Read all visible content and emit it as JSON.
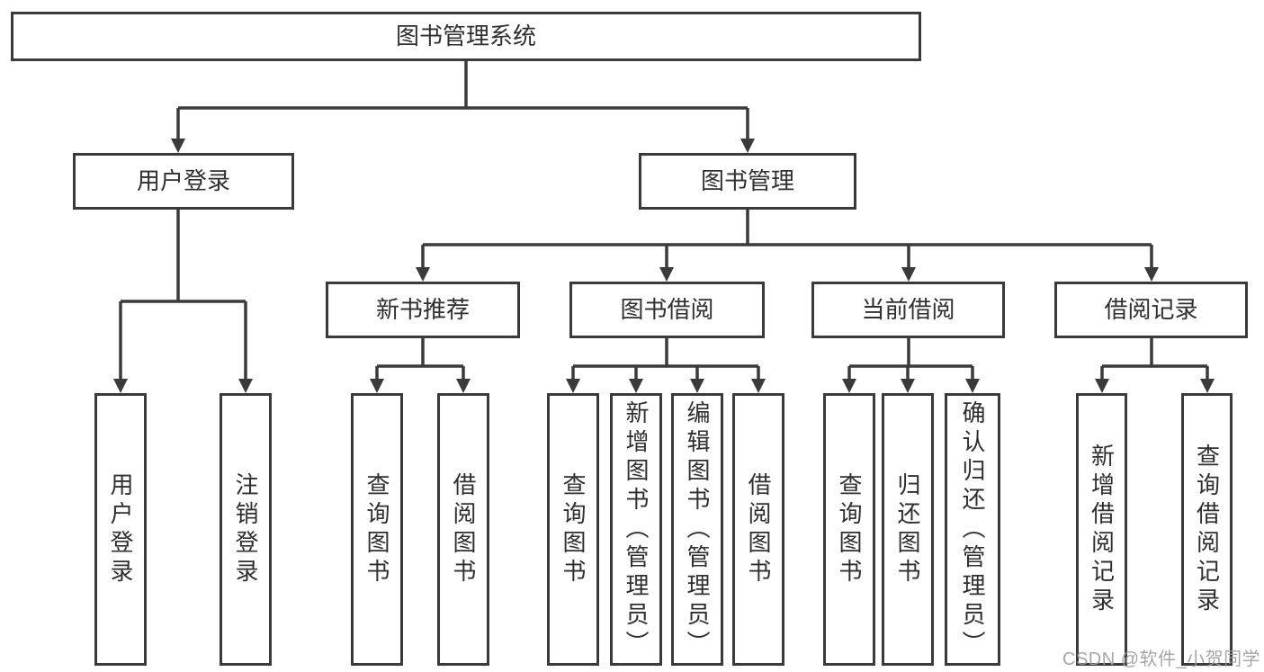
{
  "diagram": {
    "title": "图书管理系统",
    "root": {
      "label": "图书管理系统"
    },
    "branches": [
      {
        "label": "用户登录",
        "children": [
          {
            "label": "用户登录"
          },
          {
            "label": "注销登录"
          }
        ]
      },
      {
        "label": "图书管理",
        "children": [
          {
            "label": "新书推荐",
            "children": [
              {
                "label": "查询图书"
              },
              {
                "label": "借阅图书"
              }
            ]
          },
          {
            "label": "图书借阅",
            "children": [
              {
                "label": "查询图书"
              },
              {
                "label": "新增图书（管理员）"
              },
              {
                "label": "编辑图书（管理员）"
              },
              {
                "label": "借阅图书"
              }
            ]
          },
          {
            "label": "当前借阅",
            "children": [
              {
                "label": "查询图书"
              },
              {
                "label": "归还图书"
              },
              {
                "label": "确认归还（管理员）"
              }
            ]
          },
          {
            "label": "借阅记录",
            "children": [
              {
                "label": "新增借阅记录"
              },
              {
                "label": "查询借阅记录"
              }
            ]
          }
        ]
      }
    ]
  },
  "watermark": {
    "text": "CSDN @软件_小贺同学",
    "color": "#9d9d9d"
  },
  "colors": {
    "line": "#3a3a3a",
    "text": "#2f2f2f",
    "background": "#ffffff"
  }
}
